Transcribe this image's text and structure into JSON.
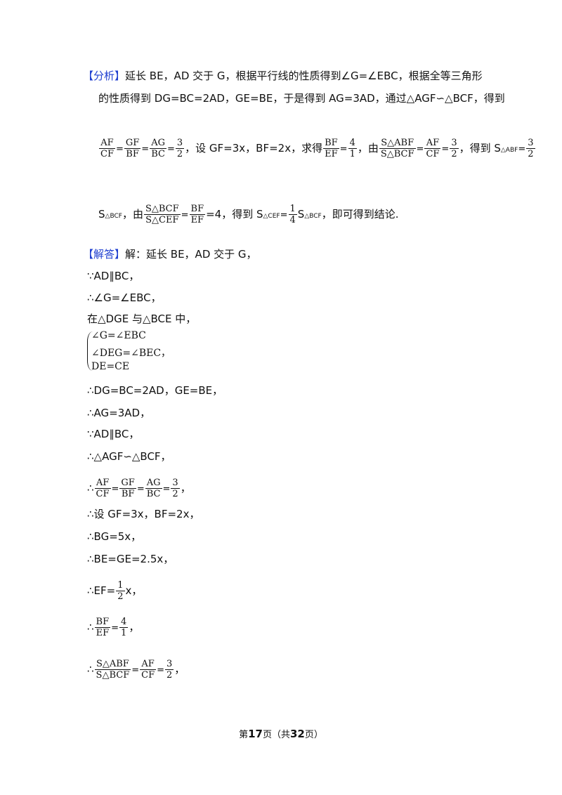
{
  "analysis": {
    "tag": "【分析】",
    "line1": "延长 BE，AD 交于 G，根据平行线的性质得到∠G=∠EBC，根据全等三角形",
    "line2": "的性质得到 DG=BC=2AD，GE=BE，于是得到 AG=3AD，通过△AGF∽△BCF，得到",
    "row3": {
      "f1_num": "AF",
      "f1_den": "CF",
      "eq1": "=",
      "f2_num": "GF",
      "f2_den": "BF",
      "eq2": "=",
      "f3_num": "AG",
      "f3_den": "BC",
      "eq3": "=",
      "f4_num": "3",
      "f4_den": "2",
      "text1": "，设 GF=3x，BF=2x，求得",
      "f5_num": "BF",
      "f5_den": "EF",
      "eq4": "=",
      "f6_num": "4",
      "f6_den": "1",
      "text2": "，由",
      "f7_num": "S△ABF",
      "f7_den": "S△BCF",
      "eq5": "=",
      "f8_num": "AF",
      "f8_den": "CF",
      "eq6": "=",
      "f9_num": "3",
      "f9_den": "2",
      "text3": "，得到 S",
      "sub1": "△ABF",
      "eq7": "=",
      "f10_num": "3",
      "f10_den": "2"
    },
    "row4": {
      "s": "S",
      "sub1": "△BCF",
      "text1": "，由",
      "f1_num": "S△BCF",
      "f1_den": "S△CEF",
      "eq1": "=",
      "f2_num": "BF",
      "f2_den": "EF",
      "text2": "=4，得到 S",
      "sub2": "△CEF",
      "eq2": "=",
      "f3_num": "1",
      "f3_den": "4",
      "s2": "S",
      "sub3": "△BCF",
      "text3": "，即可得到结论."
    }
  },
  "solution": {
    "tag": "【解答】",
    "intro": "解：延长 BE，AD 交于 G，",
    "l1": "∵AD∥BC，",
    "l2": "∴∠G=∠EBC，",
    "l3": "在△DGE 与△BCE 中，",
    "brace": [
      "∠G=∠EBC",
      "∠DEG=∠BEC，",
      "DE=CE"
    ],
    "l4": "∴DG=BC=2AD，GE=BE，",
    "l5": "∴AG=3AD，",
    "l6": "∵AD∥BC，",
    "l7": "∴△AGF∽△BCF，",
    "l8": {
      "pre": "∴",
      "f1_num": "AF",
      "f1_den": "CF",
      "eq1": "=",
      "f2_num": "GF",
      "f2_den": "BF",
      "eq2": "=",
      "f3_num": "AG",
      "f3_den": "BC",
      "eq3": "=",
      "f4_num": "3",
      "f4_den": "2",
      "post": "，"
    },
    "l9": "∴设 GF=3x，BF=2x，",
    "l10": "∴BG=5x，",
    "l11": "∴BE=GE=2.5x，",
    "l12": {
      "pre": "∴EF=",
      "f_num": "1",
      "f_den": "2",
      "post": "x，"
    },
    "l13": {
      "pre": "∴",
      "f1_num": "BF",
      "f1_den": "EF",
      "eq": "=",
      "f2_num": "4",
      "f2_den": "1",
      "post": "，"
    },
    "l14": {
      "pre": "∴",
      "f1_num": "S△ABF",
      "f1_den": "S△BCF",
      "eq1": "=",
      "f2_num": "AF",
      "f2_den": "CF",
      "eq2": "=",
      "f3_num": "3",
      "f3_den": "2",
      "post": "，"
    }
  },
  "footer": {
    "pre": "第",
    "page": "17",
    "mid": "页（共",
    "total": "32",
    "post": "页）"
  }
}
